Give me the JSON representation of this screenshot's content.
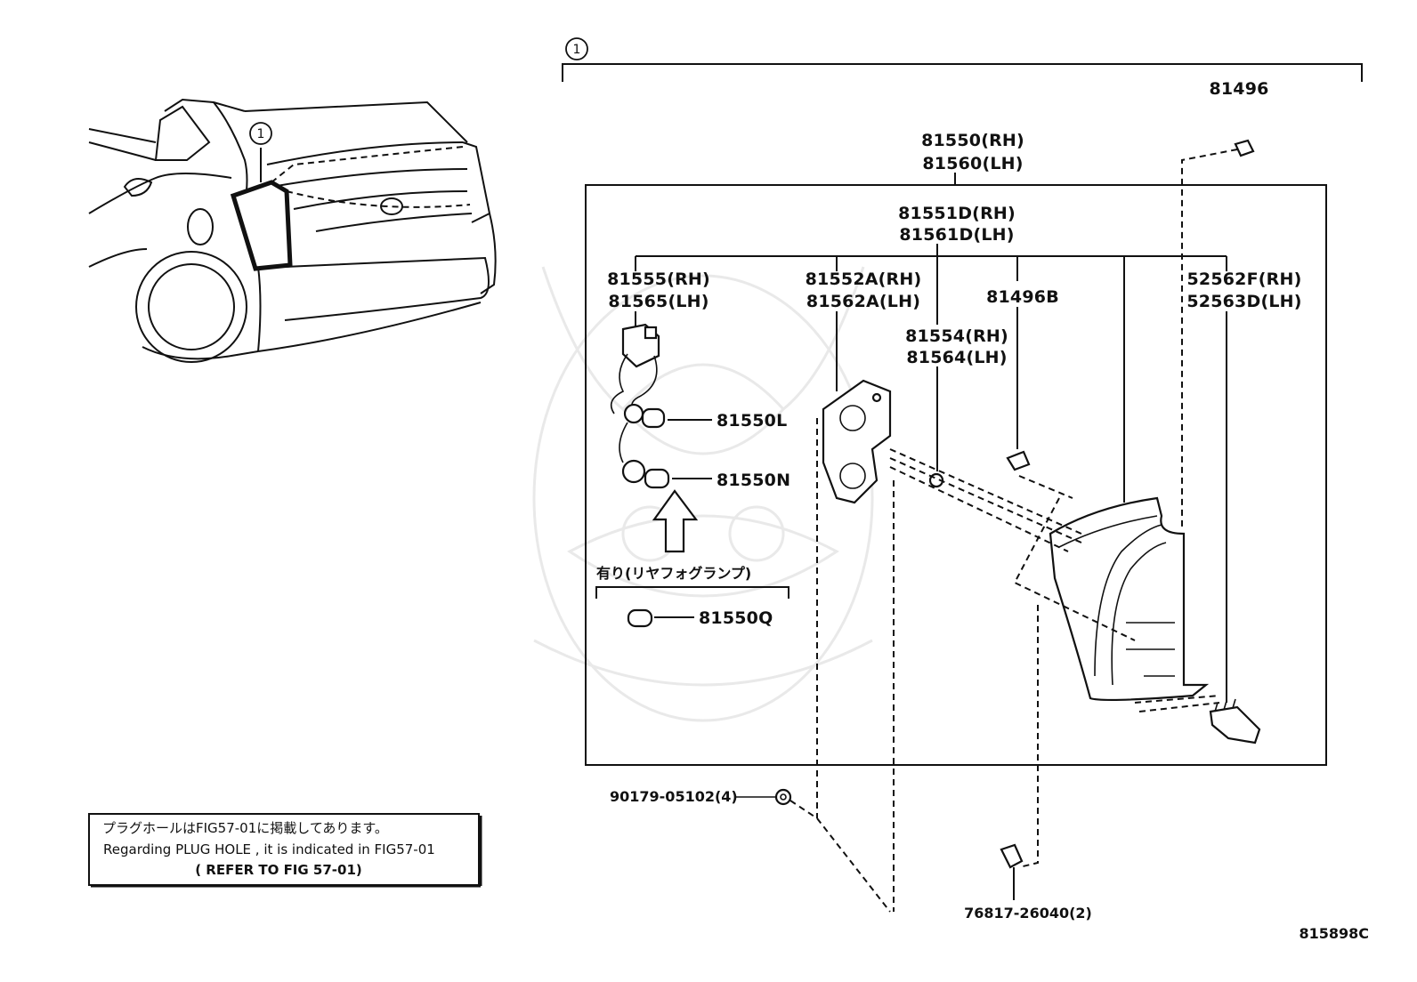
{
  "callout_marker": "1",
  "labels": {
    "p81496": "81496",
    "p81550_rh": "81550(RH)",
    "p81560_lh": "81560(LH)",
    "p81551d_rh": "81551D(RH)",
    "p81561d_lh": "81561D(LH)",
    "p81555_rh": "81555(RH)",
    "p81565_lh": "81565(LH)",
    "p81552a_rh": "81552A(RH)",
    "p81562a_lh": "81562A(LH)",
    "p81496b": "81496B",
    "p52562f_rh": "52562F(RH)",
    "p52563d_lh": "52563D(LH)",
    "p81554_rh": "81554(RH)",
    "p81564_lh": "81564(LH)",
    "p81550l": "81550L",
    "p81550n": "81550N",
    "p81550q": "81550Q",
    "p90179": "90179-05102(4)",
    "p76817": "76817-26040(2)"
  },
  "option_label": "有り(リヤフォグランプ)",
  "note": {
    "line1": "プラグホールはFIG57-01に掲載してあります。",
    "line2": "Regarding PLUG HOLE , it is indicated in FIG57-01",
    "line3": "( REFER TO FIG 57-01)"
  },
  "figure_id": "815898C"
}
